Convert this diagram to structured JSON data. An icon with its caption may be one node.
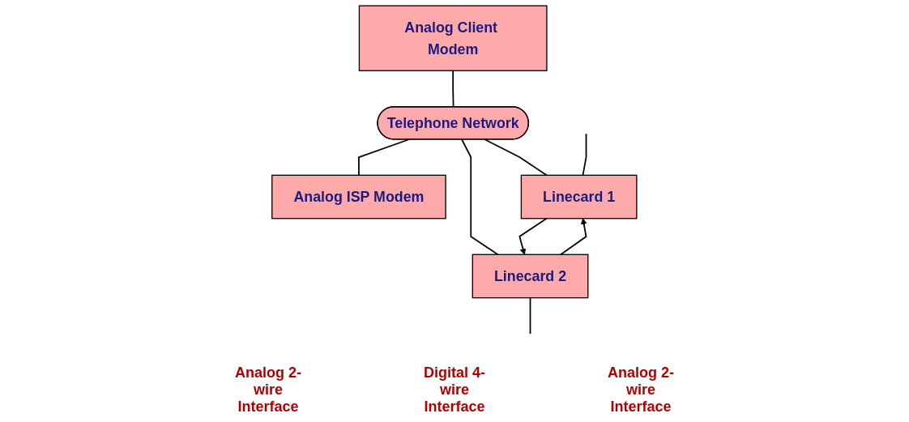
{
  "diagram": {
    "nodes": [
      {
        "text": [
          "Analog Client Modem"
        ]
      },
      {
        "text": [
          "Telephone Network"
        ]
      },
      {
        "text": [
          "Analog ISP Modem"
        ]
      },
      {
        "text": [
          "Linecard 1"
        ]
      },
      {
        "text": [
          "Linecard 2"
        ]
      }
    ],
    "edges": [
      {
        "from": 0,
        "to": 1,
        "arrow": "none"
      },
      {
        "from": 1,
        "to": 2,
        "arrow": "none"
      },
      {
        "from": 1,
        "to": 3,
        "arrow": "none"
      },
      {
        "from": 1,
        "to": 4,
        "arrow": "none"
      },
      {
        "from": 3,
        "to": 4,
        "arrow": "to"
      },
      {
        "from": 4,
        "to": 3,
        "arrow": "to"
      },
      {
        "from": null,
        "to": 3,
        "arrow": "none"
      },
      {
        "from": 4,
        "to": null,
        "arrow": "none"
      }
    ],
    "labels": [
      "Analog 2-wire Interface",
      "Digital 4-wire Interface",
      "Analog 2-wire Interface"
    ]
  }
}
